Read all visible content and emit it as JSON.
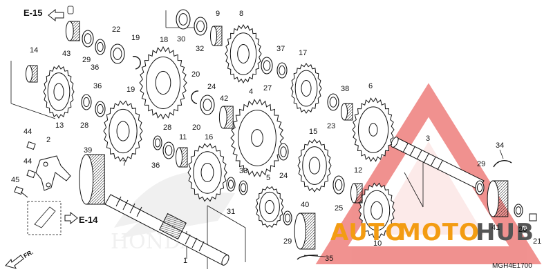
{
  "diagram": {
    "refs": {
      "top_left": "E-15",
      "bottom_left": "E-14",
      "front": "FR."
    },
    "part_code": "MGH4E1700",
    "watermark": {
      "part1": "AUTO",
      "part2": "MOTO",
      "part3": "HUB"
    },
    "background_brand": "HONDA",
    "callouts": [
      "1",
      "2",
      "3",
      "4",
      "5",
      "6",
      "7",
      "8",
      "9",
      "10",
      "11",
      "12",
      "13",
      "14",
      "15",
      "16",
      "17",
      "18",
      "19",
      "19",
      "20",
      "20",
      "21",
      "22",
      "23",
      "24",
      "24",
      "25",
      "26",
      "27",
      "28",
      "28",
      "29",
      "29",
      "29",
      "30",
      "31",
      "32",
      "33",
      "34",
      "35",
      "36",
      "36",
      "36",
      "37",
      "38",
      "39",
      "40",
      "41",
      "42",
      "43",
      "44",
      "44",
      "45"
    ]
  },
  "colors": {
    "ink": "#111111",
    "watermark_orange": "#f39c12",
    "watermark_gray": "#555555",
    "triangle_red": "#e53935"
  }
}
